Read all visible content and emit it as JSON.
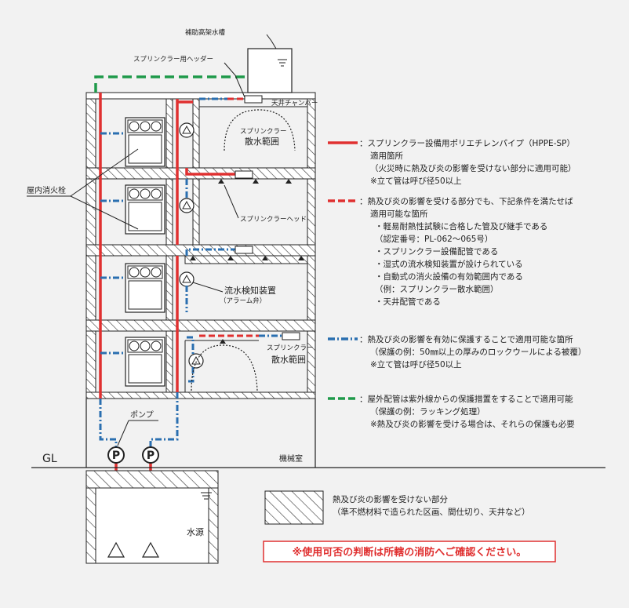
{
  "labels": {
    "aux_tank": "補助高架水槽",
    "header": "スプリンクラー用ヘッダー",
    "ceiling_chamber": "天井チャンバー",
    "sprinkler_top": "スプリンクラー",
    "spray_range_top": "散水範囲",
    "indoor_hydrant": "屋内消火栓",
    "sprinkler_head": "スプリンクラーヘッド",
    "flow_detector": "流水検知装置",
    "alarm_valve": "（アラーム弁）",
    "sprinkler_low": "スプリンクラー",
    "spray_range_low": "散水範囲",
    "pump": "ポンプ",
    "machine_room": "機械室",
    "gl": "GL",
    "water_source": "水源",
    "pump_symbol": "P"
  },
  "legend": [
    {
      "style": "red-solid",
      "lines": [
        "：スプリンクラー設備用ポリエチレンパイプ（HPPE-SP）",
        "適用箇所",
        "（火災時に熱及び炎の影響を受けない部分に適用可能）",
        "※立て管は呼び径50以上"
      ]
    },
    {
      "style": "red-dashed",
      "lines": [
        "：熱及び炎の影響を受ける部分でも、下記条件を満たせば",
        "適用可能な箇所",
        "・軽易耐熱性試験に合格した管及び継手である",
        "（認定番号：PL-062～065号）",
        "・スプリンクラー設備配管である",
        "・湿式の流水検知装置が設けられている",
        "・自動式の消火設備の有効範囲内である",
        "（例：スプリンクラー散水範囲）",
        "・天井配管である"
      ]
    },
    {
      "style": "blue-dashdot",
      "lines": [
        "：熱及び炎の影響を有効に保護することで適用可能な箇所",
        "（保護の例：50㎜以上の厚みのロックウールによる被覆）",
        "※立て管は呼び径50以上"
      ]
    },
    {
      "style": "green-dashed",
      "lines": [
        "：屋外配管は紫外線からの保護措置をすることで適用可能",
        "（保護の例：ラッキング処理）",
        "※熱及び炎の影響を受ける場合は、それらの保護も必要"
      ]
    }
  ],
  "hatch_legend": [
    "熱及び炎の影響を受けない部分",
    "（準不燃材料で造られた区画、間仕切り、天井など）"
  ],
  "warning": "※使用可否の判断は所轄の消防へご確認ください。",
  "colors": {
    "red": "#e03030",
    "blue": "#2a6fb0",
    "green": "#1f9a4a",
    "line": "#222222",
    "background": "#f2f2f2"
  }
}
